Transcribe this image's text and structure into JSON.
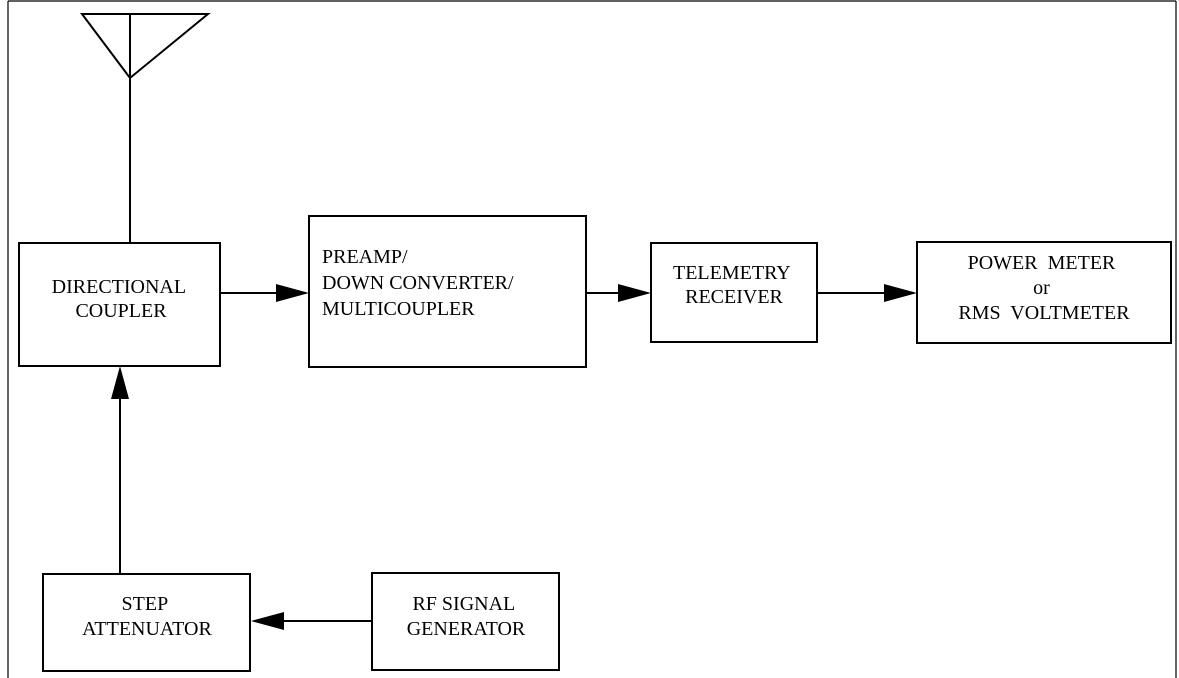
{
  "blocks": {
    "directional_coupler": [
      "DIRECTIONAL",
      "COUPLER"
    ],
    "preamp": [
      "PREAMP/",
      "DOWN CONVERTER/",
      "MULTICOUPLER"
    ],
    "telemetry_receiver": [
      "TELEMETRY",
      "RECEIVER"
    ],
    "power_meter": [
      "POWER  METER",
      "or",
      "RMS  VOLTMETER"
    ],
    "step_attenuator": [
      "STEP",
      "ATTENUATOR"
    ],
    "rf_signal_generator": [
      "RF SIGNAL",
      "GENERATOR"
    ]
  },
  "connections": [
    {
      "from": "antenna",
      "to": "directional_coupler"
    },
    {
      "from": "directional_coupler",
      "to": "preamp"
    },
    {
      "from": "preamp",
      "to": "telemetry_receiver"
    },
    {
      "from": "telemetry_receiver",
      "to": "power_meter"
    },
    {
      "from": "rf_signal_generator",
      "to": "step_attenuator"
    },
    {
      "from": "step_attenuator",
      "to": "directional_coupler"
    }
  ]
}
